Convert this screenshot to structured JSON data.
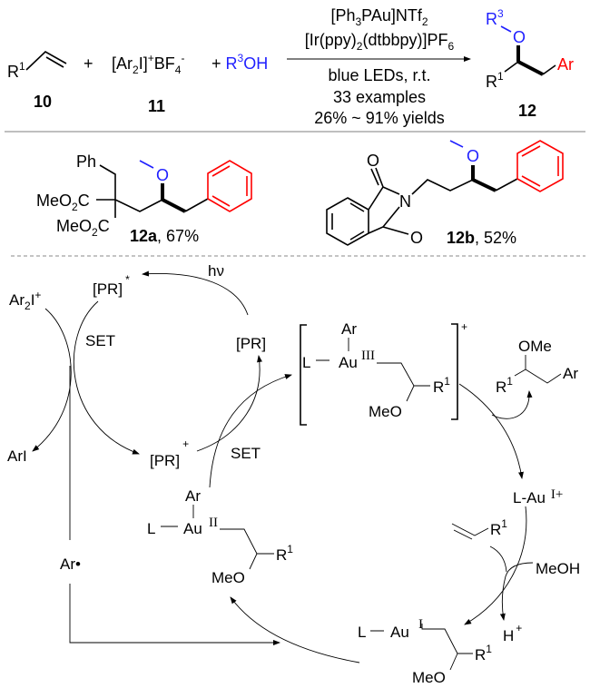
{
  "colors": {
    "oxygen_group": "#1f1fff",
    "aryl": "#ff0000",
    "separator": "#aaaaaa"
  },
  "reaction": {
    "alkene": {
      "r": "R",
      "sup": "1",
      "label": "10"
    },
    "plus1": "+",
    "iodonium": {
      "parts": [
        "[Ar",
        "2",
        "I]",
        "+",
        "BF",
        "4",
        "-"
      ],
      "label": "11"
    },
    "alcohol": {
      "plus": "+",
      "r": "R",
      "sup": "3",
      "oh": "OH"
    },
    "conditions": {
      "catalyst1": [
        "[Ph",
        "3",
        "PAu]NTf",
        "2"
      ],
      "catalyst2": [
        "[Ir(ppy)",
        "2",
        "(dtbbpy)]PF",
        "6"
      ],
      "light": "blue LEDs, r.t.",
      "examples": "33 examples",
      "yields": "26% ~ 91% yields"
    },
    "product": {
      "r3": "R",
      "r3sup": "3",
      "o": "O",
      "r1": "R",
      "r1sup": "1",
      "ar": "Ar",
      "label": "12"
    }
  },
  "examples": [
    {
      "label": "12a",
      "yield": ", 67%",
      "ph": "Ph",
      "ester1": [
        "MeO",
        "2",
        "C"
      ],
      "ester2": [
        "MeO",
        "2",
        "C"
      ],
      "o": "O"
    },
    {
      "label": "12b",
      "yield": ", 52%",
      "n": "N",
      "o1": "O",
      "o2": "O",
      "o3": "O"
    }
  ],
  "mechanism": {
    "hv": "hν",
    "pr_excited": {
      "t": "[PR]",
      "sup": "*"
    },
    "ar2i": [
      "Ar",
      "2",
      "I",
      "+"
    ],
    "set1": "SET",
    "pr": "[PR]",
    "pr_ox": {
      "t": "[PR]",
      "sup": "+"
    },
    "ari": "ArI",
    "set2": "SET",
    "ar_radical": "Ar•",
    "au3": {
      "ar": "Ar",
      "l": "L",
      "au": "Au",
      "ox": "III",
      "r": "R",
      "sup": "1",
      "meo": "MeO",
      "charge": "+"
    },
    "product": {
      "ome": "OMe",
      "r": "R",
      "sup": "1",
      "ar": "Ar"
    },
    "au1_cat": {
      "t": "L-Au",
      "ox": "I+"
    },
    "alkene": {
      "r": "R",
      "sup": "1"
    },
    "meoh": "MeOH",
    "proton": {
      "h": "H",
      "sup": "+"
    },
    "au1_int": {
      "l": "L",
      "au": "Au",
      "ox": "I",
      "r": "R",
      "sup": "1",
      "meo": "MeO"
    },
    "au2": {
      "ar": "Ar",
      "l": "L",
      "au": "Au",
      "ox": "II",
      "r": "R",
      "sup": "1",
      "meo": "MeO"
    }
  }
}
